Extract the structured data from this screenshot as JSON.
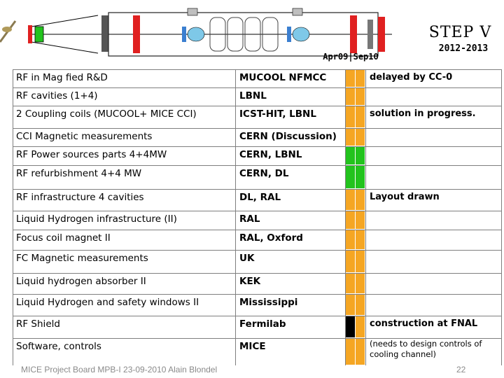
{
  "header": {
    "step_title": "STEP V",
    "years": "2012-2013",
    "date_label": "Apr09|Sep10"
  },
  "colors": {
    "orange": "#f5a623",
    "green": "#22c31d",
    "black": "#000000",
    "red": "#e02020"
  },
  "rows": [
    {
      "task": "RF in Mag fied R&D",
      "lab": "MUCOOL NFMCC",
      "note": "delayed by CC-0",
      "status": [
        "orange",
        "orange"
      ]
    },
    {
      "task": "RF cavities (1+4)",
      "lab": "LBNL",
      "note": "",
      "status": [
        "orange",
        "orange"
      ]
    },
    {
      "task": "2 Coupling coils (MUCOOL+ MICE CCI)",
      "lab": "ICST-HIT, LBNL",
      "note": "solution in progress.",
      "status": [
        "orange",
        "orange"
      ]
    },
    {
      "task": "CCI Magnetic measurements",
      "lab": "CERN (Discussion)",
      "note": "",
      "status": [
        "orange",
        "orange"
      ]
    },
    {
      "task": "RF Power sources parts 4+4MW",
      "lab": "CERN, LBNL",
      "note": "",
      "status": [
        "green",
        "green"
      ]
    },
    {
      "task": "RF refurbishment 4+4 MW",
      "lab": "CERN, DL",
      "note": "",
      "status": [
        "green",
        "green"
      ]
    },
    {
      "task": "RF infrastructure 4 cavities",
      "lab": "DL, RAL",
      "note": "Layout drawn",
      "status": [
        "orange",
        "orange"
      ]
    },
    {
      "task": "Liquid Hydrogen infrastructure (II)",
      "lab": "RAL",
      "note": "",
      "status": [
        "orange",
        "orange"
      ]
    },
    {
      "task": "Focus coil magnet II",
      "lab": "RAL, Oxford",
      "note": "",
      "status": [
        "orange",
        "orange"
      ]
    },
    {
      "task": "FC Magnetic measurements",
      "lab": "UK",
      "note": "",
      "status": [
        "orange",
        "orange"
      ]
    },
    {
      "task": "Liquid hydrogen absorber II",
      "lab": "KEK",
      "note": "",
      "status": [
        "orange",
        "orange"
      ]
    },
    {
      "task": "Liquid Hydrogen and safety windows II",
      "lab": "Mississippi",
      "note": "",
      "status": [
        "orange",
        "orange"
      ]
    },
    {
      "task": "RF Shield",
      "lab": "Fermilab",
      "note": "construction at FNAL",
      "status": [
        "black",
        "orange"
      ]
    },
    {
      "task": "Software, controls",
      "lab": "MICE",
      "note": "(needs to design controls of cooling channel)",
      "status": [
        "orange",
        "orange"
      ]
    }
  ],
  "footer": {
    "text": "MICE Project Board MPB-I 23-09-2010 Alain Blondel",
    "page": "22"
  }
}
